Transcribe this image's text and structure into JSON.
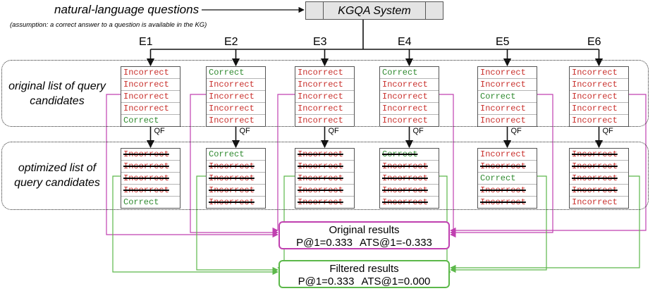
{
  "header": {
    "input_label": "natural-language questions",
    "assumption": "(assumption: a correct answer to a question is available in the KG)",
    "system_label": "KGQA System"
  },
  "regions": {
    "original_label": "original list of query candidates",
    "optimized_label": "optimized list of query candidates"
  },
  "filter_label": "QF",
  "examples": [
    {
      "label": "E1",
      "original": [
        {
          "text": "Incorrect",
          "correct": false
        },
        {
          "text": "Incorrect",
          "correct": false
        },
        {
          "text": "Incorrect",
          "correct": false
        },
        {
          "text": "Incorrect",
          "correct": false
        },
        {
          "text": "Correct",
          "correct": true
        }
      ],
      "optimized": [
        {
          "text": "Incorrect",
          "correct": false,
          "filtered": true
        },
        {
          "text": "Incorrect",
          "correct": false,
          "filtered": true
        },
        {
          "text": "Incorrect",
          "correct": false,
          "filtered": true
        },
        {
          "text": "Incorrect",
          "correct": false,
          "filtered": true
        },
        {
          "text": "Correct",
          "correct": true,
          "filtered": false
        }
      ]
    },
    {
      "label": "E2",
      "original": [
        {
          "text": "Correct",
          "correct": true
        },
        {
          "text": "Incorrect",
          "correct": false
        },
        {
          "text": "Incorrect",
          "correct": false
        },
        {
          "text": "Incorrect",
          "correct": false
        },
        {
          "text": "Incorrect",
          "correct": false
        }
      ],
      "optimized": [
        {
          "text": "Correct",
          "correct": true,
          "filtered": false
        },
        {
          "text": "Incorrect",
          "correct": false,
          "filtered": true
        },
        {
          "text": "Incorrect",
          "correct": false,
          "filtered": true
        },
        {
          "text": "Incorrect",
          "correct": false,
          "filtered": true
        },
        {
          "text": "Incorrect",
          "correct": false,
          "filtered": true
        }
      ]
    },
    {
      "label": "E3",
      "original": [
        {
          "text": "Incorrect",
          "correct": false
        },
        {
          "text": "Incorrect",
          "correct": false
        },
        {
          "text": "Incorrect",
          "correct": false
        },
        {
          "text": "Incorrect",
          "correct": false
        },
        {
          "text": "Incorrect",
          "correct": false
        }
      ],
      "optimized": [
        {
          "text": "Incorrect",
          "correct": false,
          "filtered": true
        },
        {
          "text": "Incorrect",
          "correct": false,
          "filtered": true
        },
        {
          "text": "Incorrect",
          "correct": false,
          "filtered": true
        },
        {
          "text": "Incorrect",
          "correct": false,
          "filtered": true
        },
        {
          "text": "Incorrect",
          "correct": false,
          "filtered": true
        }
      ]
    },
    {
      "label": "E4",
      "original": [
        {
          "text": "Correct",
          "correct": true
        },
        {
          "text": "Incorrect",
          "correct": false
        },
        {
          "text": "Incorrect",
          "correct": false
        },
        {
          "text": "Incorrect",
          "correct": false
        },
        {
          "text": "Incorrect",
          "correct": false
        }
      ],
      "optimized": [
        {
          "text": "Correct",
          "correct": true,
          "filtered": true
        },
        {
          "text": "Incorrect",
          "correct": false,
          "filtered": true
        },
        {
          "text": "Incorrect",
          "correct": false,
          "filtered": true
        },
        {
          "text": "Incorrect",
          "correct": false,
          "filtered": true
        },
        {
          "text": "Incorrect",
          "correct": false,
          "filtered": true
        }
      ]
    },
    {
      "label": "E5",
      "original": [
        {
          "text": "Incorrect",
          "correct": false
        },
        {
          "text": "Incorrect",
          "correct": false
        },
        {
          "text": "Correct",
          "correct": true
        },
        {
          "text": "Incorrect",
          "correct": false
        },
        {
          "text": "Incorrect",
          "correct": false
        }
      ],
      "optimized": [
        {
          "text": "Incorrect",
          "correct": false,
          "filtered": false
        },
        {
          "text": "Incorrect",
          "correct": false,
          "filtered": true
        },
        {
          "text": "Correct",
          "correct": true,
          "filtered": false
        },
        {
          "text": "Incorrect",
          "correct": false,
          "filtered": true
        },
        {
          "text": "Incorrect",
          "correct": false,
          "filtered": true
        }
      ]
    },
    {
      "label": "E6",
      "original": [
        {
          "text": "Incorrect",
          "correct": false
        },
        {
          "text": "Incorrect",
          "correct": false
        },
        {
          "text": "Incorrect",
          "correct": false
        },
        {
          "text": "Incorrect",
          "correct": false
        },
        {
          "text": "Incorrect",
          "correct": false
        }
      ],
      "optimized": [
        {
          "text": "Incorrect",
          "correct": false,
          "filtered": true
        },
        {
          "text": "Incorrect",
          "correct": false,
          "filtered": true
        },
        {
          "text": "Incorrect",
          "correct": false,
          "filtered": true
        },
        {
          "text": "Incorrect",
          "correct": false,
          "filtered": true
        },
        {
          "text": "Incorrect",
          "correct": false,
          "filtered": false
        }
      ]
    }
  ],
  "results": {
    "original": {
      "title": "Original results",
      "p_at_1": "P@1=0.333",
      "ats_at_1": "ATS@1=-0.333"
    },
    "filtered": {
      "title": "Filtered results",
      "p_at_1": "P@1=0.333",
      "ats_at_1": "ATS@1=0.000"
    }
  },
  "colors": {
    "original_arrow": "#c040b0",
    "filtered_arrow": "#5cb84a",
    "incorrect_text": "#c9302c",
    "correct_text": "#2f8a2f"
  }
}
